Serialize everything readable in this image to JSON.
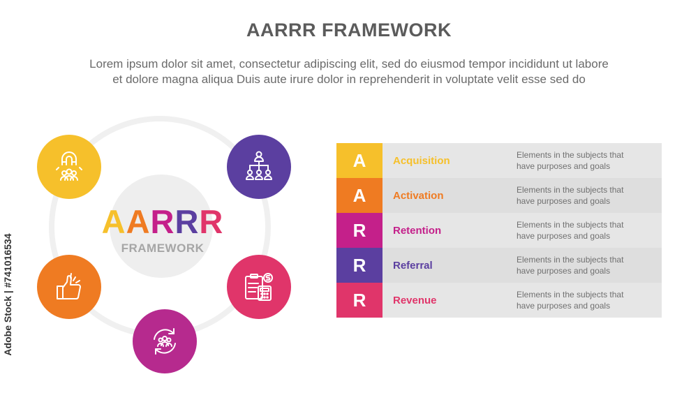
{
  "title": "AARRR FRAMEWORK",
  "subtitle_line1": "Lorem ipsum dolor sit amet, consectetur adipiscing elit, sed do eiusmod tempor incididunt ut labore",
  "subtitle_line2": "et dolore magna aliqua Duis aute irure dolor in reprehenderit in voluptate velit esse sed do",
  "side_credit": "Adobe Stock | #741016534",
  "hub": {
    "letters": [
      "A",
      "A",
      "R",
      "R",
      "R"
    ],
    "letter_colors": [
      "#f6c02b",
      "#ef7b22",
      "#c4208a",
      "#5b3fa0",
      "#e0356a"
    ],
    "subtitle": "FRAMEWORK"
  },
  "nodes": [
    {
      "icon": "magnet-people-icon",
      "color": "#f6c02b"
    },
    {
      "icon": "hierarchy-people-icon",
      "color": "#5b3fa0"
    },
    {
      "icon": "thumbs-up-icon",
      "color": "#ef7b22"
    },
    {
      "icon": "clipboard-calculator-icon",
      "color": "#e0356a"
    },
    {
      "icon": "people-cycle-icon",
      "color": "#b62a8e"
    }
  ],
  "rows": [
    {
      "letter": "A",
      "stage": "Acquisition",
      "desc": "Elements in the subjects that have purposes and goals",
      "color": "#f6c02b"
    },
    {
      "letter": "A",
      "stage": "Activation",
      "desc": "Elements in the subjects that have purposes and goals",
      "color": "#ef7b22"
    },
    {
      "letter": "R",
      "stage": "Retention",
      "desc": "Elements in the subjects that have purposes and goals",
      "color": "#c4208a"
    },
    {
      "letter": "R",
      "stage": "Referral",
      "desc": "Elements in the subjects that have purposes and goals",
      "color": "#5b3fa0"
    },
    {
      "letter": "R",
      "stage": "Revenue",
      "desc": "Elements in the subjects that have purposes and goals",
      "color": "#e0356a"
    }
  ]
}
